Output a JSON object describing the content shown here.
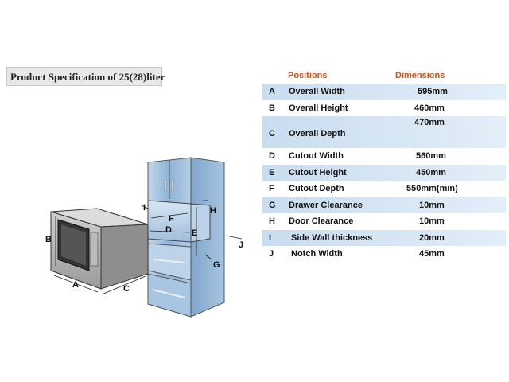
{
  "title": "Product Specification of 25(28)liter",
  "table": {
    "headers": {
      "positions": "Positions",
      "dimensions": "Dimensions"
    },
    "rows": [
      {
        "letter": "A",
        "name": "Overall Width",
        "dim": "595mm"
      },
      {
        "letter": "B",
        "name": "Overall Height",
        "dim": "460mm"
      },
      {
        "letter": "C",
        "name": "Overall Depth",
        "dim": "470mm"
      },
      {
        "letter": "D",
        "name": "Cutout Width",
        "dim": "560mm"
      },
      {
        "letter": "E",
        "name": "Cutout Height",
        "dim": "450mm"
      },
      {
        "letter": "F",
        "name": "Cutout Depth",
        "dim": "550mm(min)"
      },
      {
        "letter": "G",
        "name": "Drawer Clearance",
        "dim": "10mm"
      },
      {
        "letter": "H",
        "name": "Door Clearance",
        "dim": "10mm"
      },
      {
        "letter": "I",
        "name": "Side Wall thickness",
        "dim": "20mm"
      },
      {
        "letter": "J",
        "name": "Notch Width",
        "dim": "45mm"
      }
    ]
  },
  "diagram_labels": {
    "a": "A",
    "b": "B",
    "c": "C",
    "d": "D",
    "e": "E",
    "f": "F",
    "g": "G",
    "h": "H",
    "i": "I",
    "j": "J"
  },
  "colors": {
    "header": "#c9541a",
    "row_shade": "#c8ddef",
    "cabinet": "#8eb4d8"
  }
}
